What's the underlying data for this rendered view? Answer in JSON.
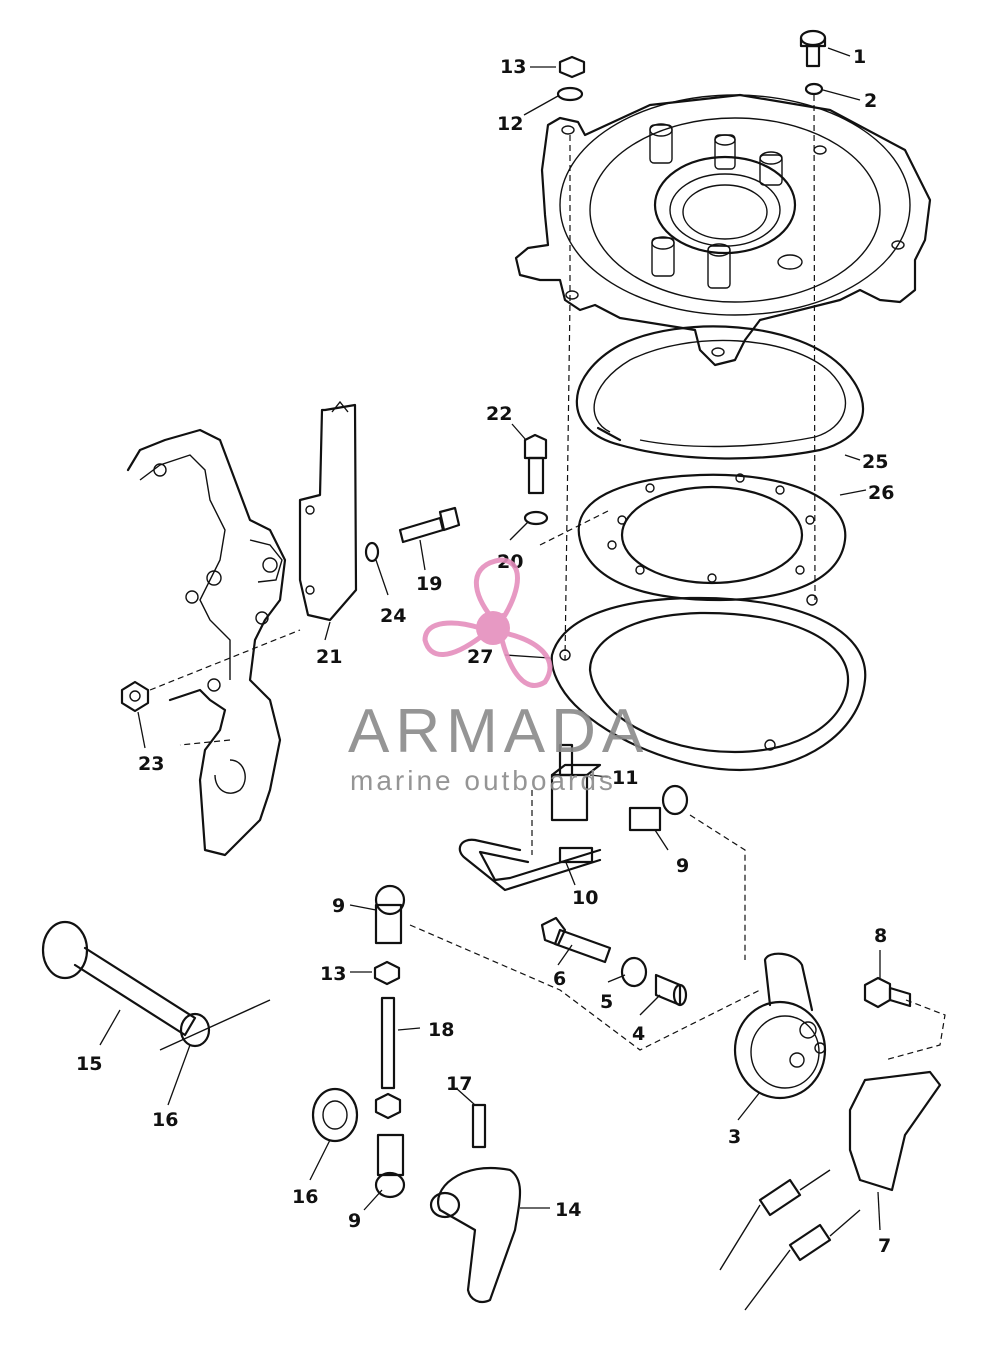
{
  "watermark": {
    "brand": "ARMADA",
    "tagline": "marine outboards",
    "logo_color": "#e58fbd",
    "text_color": "#8a8a8a"
  },
  "callouts": [
    {
      "id": "1",
      "label": "1"
    },
    {
      "id": "2",
      "label": "2"
    },
    {
      "id": "3",
      "label": "3"
    },
    {
      "id": "4",
      "label": "4"
    },
    {
      "id": "5",
      "label": "5"
    },
    {
      "id": "6",
      "label": "6"
    },
    {
      "id": "7",
      "label": "7"
    },
    {
      "id": "8",
      "label": "8"
    },
    {
      "id": "9a",
      "label": "9"
    },
    {
      "id": "9b",
      "label": "9"
    },
    {
      "id": "9c",
      "label": "9"
    },
    {
      "id": "10",
      "label": "10"
    },
    {
      "id": "11",
      "label": "11"
    },
    {
      "id": "12",
      "label": "12"
    },
    {
      "id": "13a",
      "label": "13"
    },
    {
      "id": "13b",
      "label": "13"
    },
    {
      "id": "14",
      "label": "14"
    },
    {
      "id": "15",
      "label": "15"
    },
    {
      "id": "16a",
      "label": "16"
    },
    {
      "id": "16b",
      "label": "16"
    },
    {
      "id": "17",
      "label": "17"
    },
    {
      "id": "18",
      "label": "18"
    },
    {
      "id": "19",
      "label": "19"
    },
    {
      "id": "20",
      "label": "20"
    },
    {
      "id": "21",
      "label": "21"
    },
    {
      "id": "22",
      "label": "22"
    },
    {
      "id": "23",
      "label": "23"
    },
    {
      "id": "24",
      "label": "24"
    },
    {
      "id": "25",
      "label": "25"
    },
    {
      "id": "26",
      "label": "26"
    },
    {
      "id": "27",
      "label": "27"
    }
  ]
}
